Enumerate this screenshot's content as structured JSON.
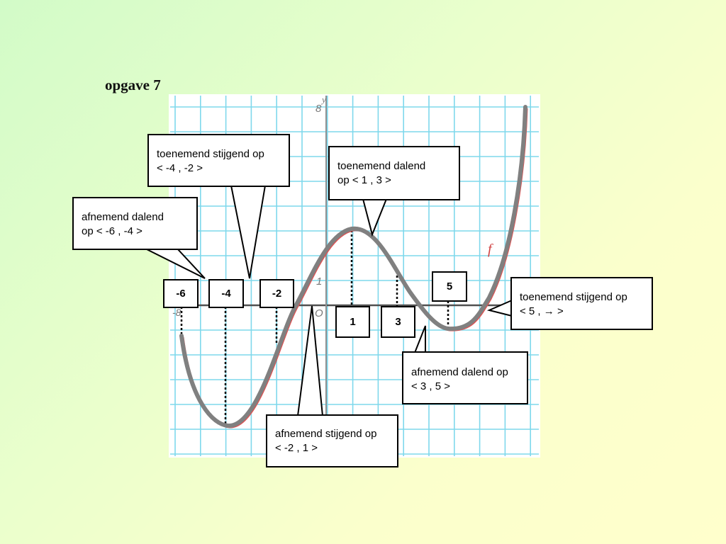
{
  "title": "opgave 7",
  "graph": {
    "axis_y_label": "y",
    "origin_label": "O",
    "tick_y_top": "8",
    "tick_y_one": "1",
    "tick_x_left": "-8",
    "function_label": "f",
    "grid_color": "#7fd8ec",
    "curve_color": "#808080",
    "curve_shadow_color": "#e05050"
  },
  "callouts": {
    "c1": {
      "line1": "toenemend stijgend op",
      "line2": "< -4 , -2 >"
    },
    "c2": {
      "line1": "toenemend dalend",
      "line2": "op < 1 , 3 >"
    },
    "c3": {
      "line1": "afnemend dalend",
      "line2": "op < -6 , -4 >"
    },
    "c4": {
      "line1": "toenemend stijgend op",
      "line2": "< 5 , → >"
    },
    "c5": {
      "line1": "afnemend dalend op",
      "line2": "< 3 , 5 >"
    },
    "c6": {
      "line1": "afnemend stijgend op",
      "line2": "< -2 , 1 >"
    }
  },
  "markers": {
    "m_neg6": "-6",
    "m_neg4": "-4",
    "m_neg2": "-2",
    "m_1": "1",
    "m_3": "3",
    "m_5": "5"
  }
}
